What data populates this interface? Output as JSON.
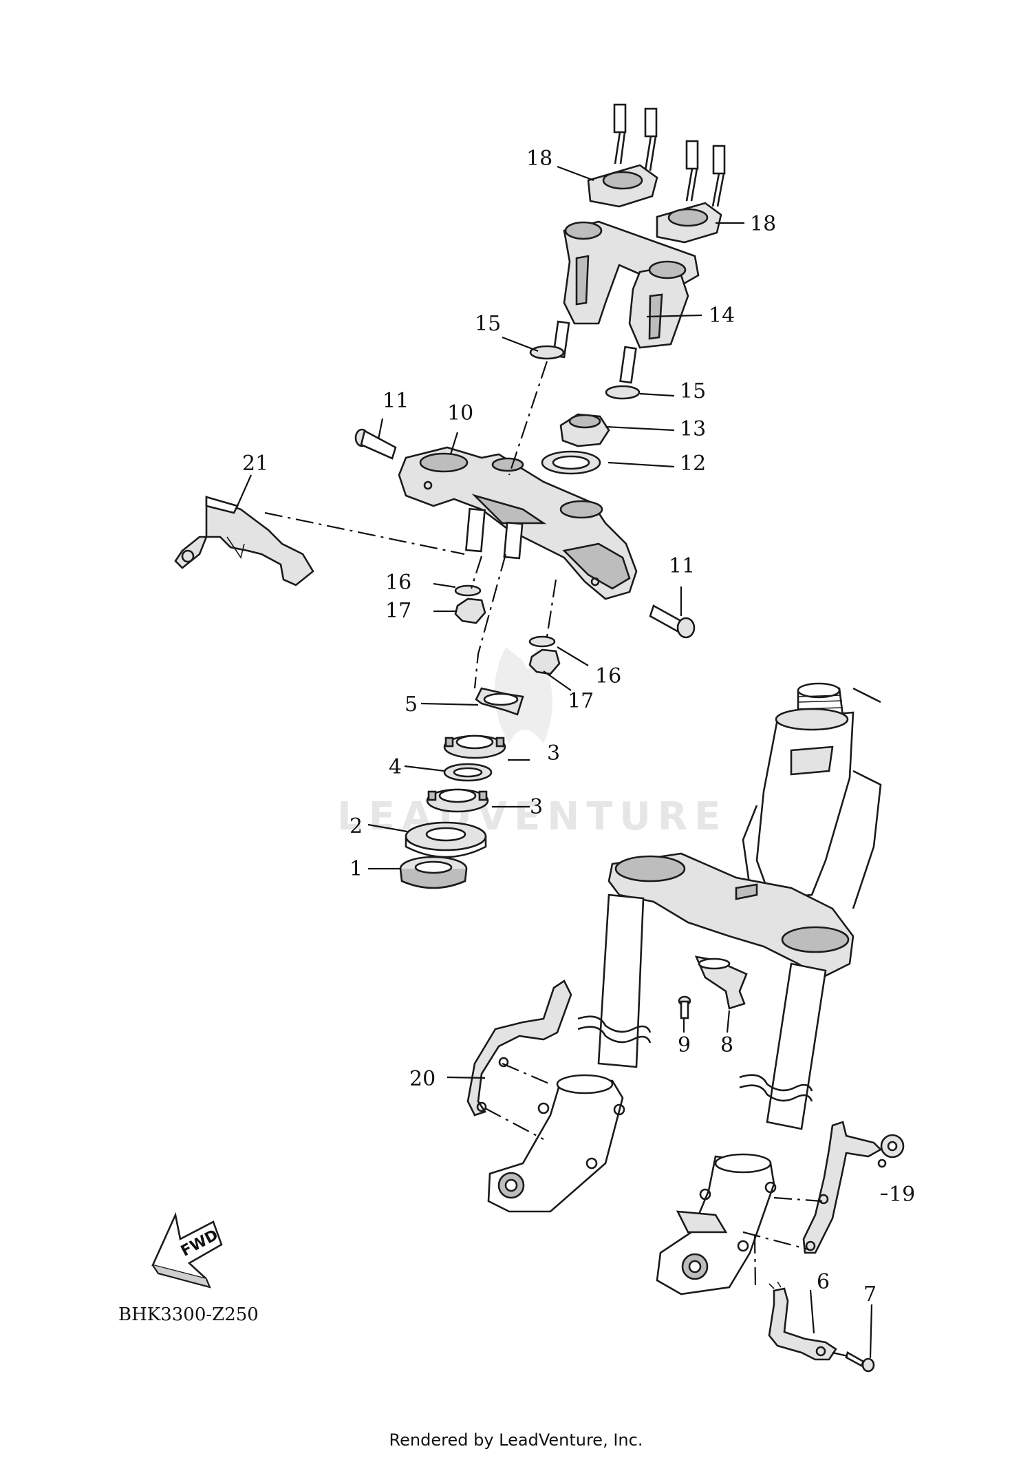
{
  "diagram": {
    "reference_code": "BHK3300-Z250",
    "direction_label": "FWD",
    "watermark": "LEADVENTURE",
    "footer": "Rendered by LeadVenture, Inc."
  },
  "callouts": [
    "1",
    "2",
    "3",
    "3",
    "4",
    "5",
    "6",
    "7",
    "8",
    "9",
    "10",
    "11",
    "11",
    "12",
    "13",
    "14",
    "15",
    "15",
    "16",
    "16",
    "17",
    "17",
    "18",
    "18",
    "19",
    "20",
    "21"
  ]
}
